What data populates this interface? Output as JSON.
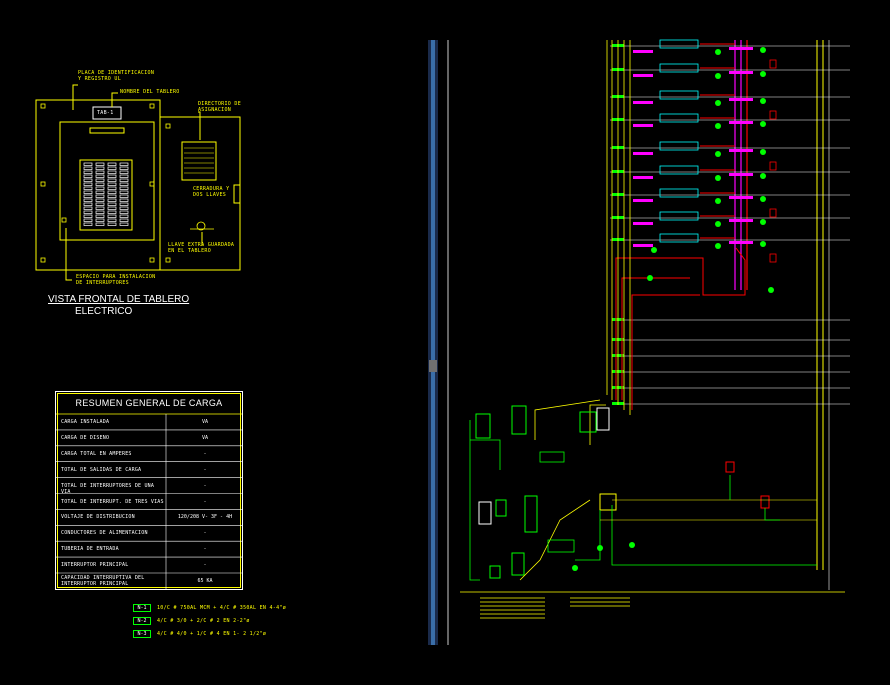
{
  "frontal_view": {
    "title_line1": "VISTA FRONTAL DE TABLERO",
    "title_line2": "ELECTRICO",
    "callouts": {
      "placa": "PLACA DE IDENTIFICACION Y REGISTRO UL",
      "nombre": "NOMBRE DEL TABLERO",
      "tab_tag": "TAB-1",
      "directorio": "DIRECTORIO DE ASIGNACION",
      "cerradura": "CERRADURA Y DOS LLAVES",
      "llave": "LLAVE EXTRA GUARDADA EN EL TABLERO",
      "espacio": "ESPACIO PARA INSTALACION DE INTERRUPTORES"
    }
  },
  "summary": {
    "title": "RESUMEN GENERAL DE CARGA",
    "rows": [
      {
        "label": "CARGA INSTALADA",
        "value": "VA"
      },
      {
        "label": "CARGA DE DISENO",
        "value": "VA"
      },
      {
        "label": "CARGA TOTAL EN AMPERES",
        "value": "-"
      },
      {
        "label": "TOTAL DE SALIDAS DE CARGA",
        "value": "-"
      },
      {
        "label": "TOTAL DE INTERRUPTORES DE UNA VIA",
        "value": "-"
      },
      {
        "label": "TOTAL DE INTERRUPT. DE TRES VIAS",
        "value": "-"
      },
      {
        "label": "VOLTAJE DE DISTRIBUCION",
        "value": "120/208 V- 3F - 4H"
      },
      {
        "label": "CONDUCTORES DE ALIMENTACION",
        "value": "-"
      },
      {
        "label": "TUBERIA DE ENTRADA",
        "value": "-"
      },
      {
        "label": "INTERRUPTOR PRINCIPAL",
        "value": "-"
      },
      {
        "label": "CAPACIDAD INTERRUPTIVA DEL INTERRUPTOR PRINCIPAL",
        "value": "65 KA"
      }
    ]
  },
  "legend": [
    {
      "tag": "N-1",
      "text": "10/C # 750AL MCM + 4/C # 350AL EN 4-4\"ø"
    },
    {
      "tag": "N-2",
      "text": "4/C # 3/0 + 2/C # 2 EN 2-2\"ø"
    },
    {
      "tag": "N-3",
      "text": "4/C # 4/0 + 1/C # 4 EN 1- 2 1/2\"ø"
    }
  ],
  "colors": {
    "background": "#000000",
    "yellow": "#ffff00",
    "white": "#ffffff",
    "green": "#00ff00",
    "red": "#ff0000",
    "magenta": "#ff00ff",
    "blue": "#3a6ea8",
    "cyan": "#00ffff"
  }
}
